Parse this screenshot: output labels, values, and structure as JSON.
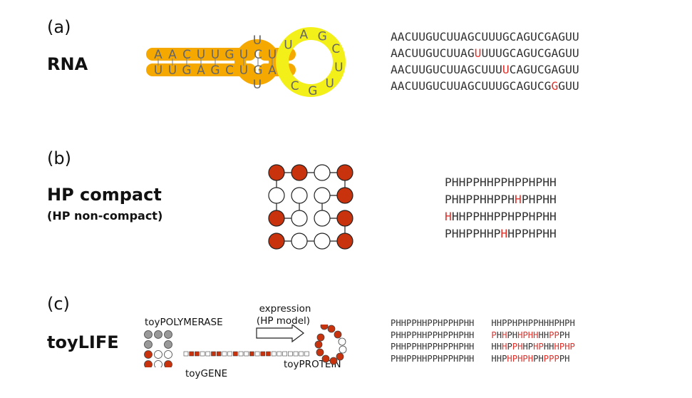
{
  "panels": {
    "a": {
      "label": "(a)",
      "title": "RNA",
      "structure": {
        "top_strand": [
          "A",
          "A",
          "C",
          "U",
          "U",
          "G",
          "U",
          "C",
          "U"
        ],
        "bottom_strand": [
          "U",
          "U",
          "G",
          "A",
          "G",
          "C",
          "U",
          "G",
          "A"
        ],
        "loop": [
          "U",
          "A",
          "G",
          "C",
          "U",
          "U",
          "G",
          "C"
        ],
        "colors": {
          "stem": "#f5a800",
          "loop": "#f3ef19",
          "stroke": "#8a8a8a"
        }
      },
      "sequences": [
        [
          {
            "t": "AACUUGUCUUAGCUUUGCAGUCGAGUU"
          }
        ],
        [
          {
            "t": "AACUUGUCUUAG"
          },
          {
            "t": "U",
            "m": 1
          },
          {
            "t": "UUUGCAGUCGAGUU"
          }
        ],
        [
          {
            "t": "AACUUGUCUUAGCUUU"
          },
          {
            "t": "U",
            "m": 1
          },
          {
            "t": "CAGUCGAGUU"
          }
        ],
        [
          {
            "t": "AACUUGUCUUAGCUUUGCAGUCG"
          },
          {
            "t": "G",
            "m": 1
          },
          {
            "t": "GUU"
          }
        ]
      ]
    },
    "b": {
      "label": "(b)",
      "title": "HP compact",
      "subtitle": "(HP non-compact)",
      "lattice": {
        "rows": [
          [
            "H",
            "H",
            "P",
            "H"
          ],
          [
            "P",
            "P",
            "P",
            "H"
          ],
          [
            "H",
            "P",
            "P",
            "H"
          ],
          [
            "H",
            "P",
            "P",
            "H"
          ]
        ],
        "colors": {
          "H": "#c8320c",
          "P": "#ffffff",
          "edge": "#222222"
        }
      },
      "sequences": [
        [
          {
            "t": "PHHPPHHPPHPPHPHH"
          }
        ],
        [
          {
            "t": "PHHPPHHPPH"
          },
          {
            "t": "H",
            "m": 1
          },
          {
            "t": "PHPHH"
          }
        ],
        [
          {
            "t": "H",
            "m": 1
          },
          {
            "t": "HHPPHHPPHPPHPHH"
          }
        ],
        [
          {
            "t": "PHHPPHHP"
          },
          {
            "t": "H",
            "m": 1
          },
          {
            "t": "HPPHPHH"
          }
        ]
      ]
    },
    "c": {
      "label": "(c)",
      "title": "toyLIFE",
      "polymerase_label": "toyPOLYMERASE",
      "gene_label": "toyGENE",
      "protein_label": "toyPROTEIN",
      "arrow_label_1": "expression",
      "arrow_label_2": "(HP model)",
      "colors": {
        "H": "#c8320c",
        "P": "#ffffff",
        "poly": "#999999"
      },
      "sequences": [
        {
          "left": "PHHPPHHPPHPPHPHH",
          "right": [
            {
              "t": "HHPPHPHPPHHHPHPH"
            }
          ]
        },
        {
          "left": "PHHPPHHPPHPPHPHH",
          "right": [
            {
              "t": "P",
              "m": 1
            },
            {
              "t": "H"
            },
            {
              "t": "H",
              "m": 1
            },
            {
              "t": "PH"
            },
            {
              "t": "HPHH",
              "m": 1
            },
            {
              "t": "HH"
            },
            {
              "t": "PP",
              "m": 1
            },
            {
              "t": "PH"
            }
          ]
        },
        {
          "left": "PHHPPHHPPHPPHPHH",
          "right": [
            {
              "t": "HH"
            },
            {
              "t": "H",
              "m": 1
            },
            {
              "t": "P"
            },
            {
              "t": "PH",
              "m": 1
            },
            {
              "t": "HP"
            },
            {
              "t": "HP",
              "m": 1
            },
            {
              "t": "HH"
            },
            {
              "t": "HPHP",
              "m": 1
            }
          ]
        },
        {
          "left": "PHHPPHHPPHPPHPHH",
          "right": [
            {
              "t": "HHP"
            },
            {
              "t": "HPHPH",
              "m": 1
            },
            {
              "t": "PH"
            },
            {
              "t": "PPP",
              "m": 1
            },
            {
              "t": "PH"
            }
          ]
        }
      ]
    }
  }
}
